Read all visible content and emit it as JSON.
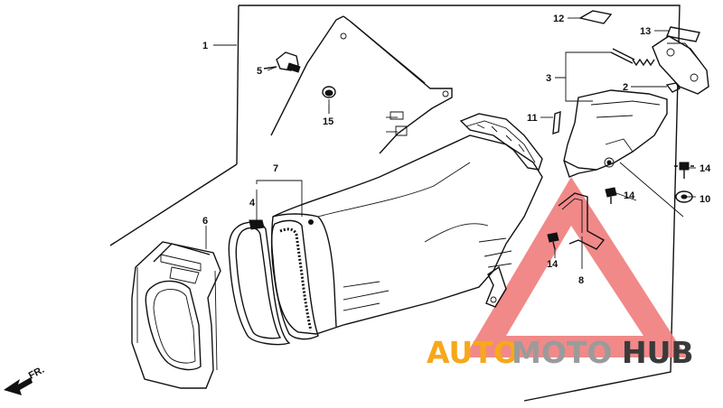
{
  "diagram": {
    "callouts": [
      {
        "id": "c1",
        "text": "1"
      },
      {
        "id": "c2",
        "text": "2"
      },
      {
        "id": "c3",
        "text": "3"
      },
      {
        "id": "c4",
        "text": "4"
      },
      {
        "id": "c5",
        "text": "5"
      },
      {
        "id": "c6",
        "text": "6"
      },
      {
        "id": "c7",
        "text": "7"
      },
      {
        "id": "c8",
        "text": "8"
      },
      {
        "id": "c10",
        "text": "10"
      },
      {
        "id": "c11",
        "text": "11"
      },
      {
        "id": "c12",
        "text": "12"
      },
      {
        "id": "c13",
        "text": "13"
      },
      {
        "id": "c14a",
        "text": "14"
      },
      {
        "id": "c14b",
        "text": "14"
      },
      {
        "id": "c14c",
        "text": "14"
      },
      {
        "id": "c15",
        "text": "15"
      }
    ],
    "direction_label": "FR."
  },
  "watermark": {
    "part1": "AUTO",
    "part2": "MOTO",
    "part3": "HUB",
    "color_orange": "#f7a81b",
    "color_grey": "#9b9b9b",
    "color_dark": "#3a3a3a",
    "triangle_color": "#f07c7c"
  }
}
